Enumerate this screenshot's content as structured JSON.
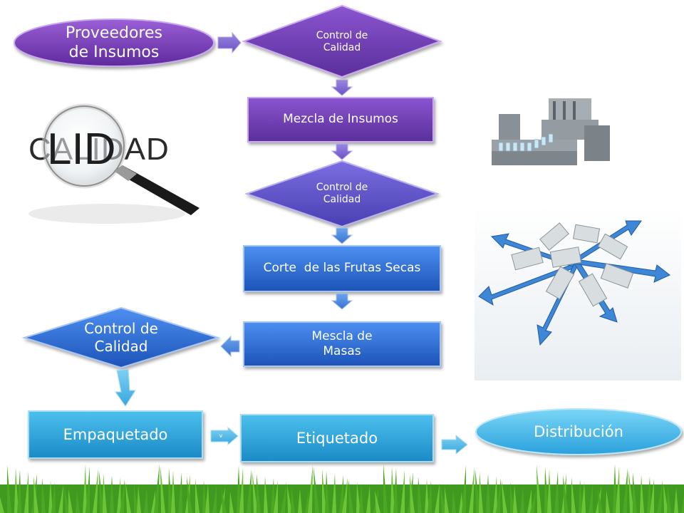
{
  "nodes": {
    "proveedores": "Proveedores de Insumos",
    "control1": "Control de Calidad",
    "mezcla_insumos": "Mezcla de Insumos",
    "control2": "Control de Calidad",
    "corte": "Corte  de las Frutas Secas",
    "mescla_masas": "Mescla de Masas",
    "control3": "Control de Calidad",
    "empaquetado": "Empaquetado",
    "etiquetado": "Etiquetado",
    "distribucion": "Distribución"
  },
  "arrow_mark": "v",
  "images": {
    "calidad_word": "CALIDAD"
  },
  "colors": {
    "purple": "#7a3fb8",
    "blue_purple": "#5a5fd0",
    "blue": "#2d6fd6",
    "teal": "#2aa7d6",
    "grass": "#3f9a1f"
  }
}
